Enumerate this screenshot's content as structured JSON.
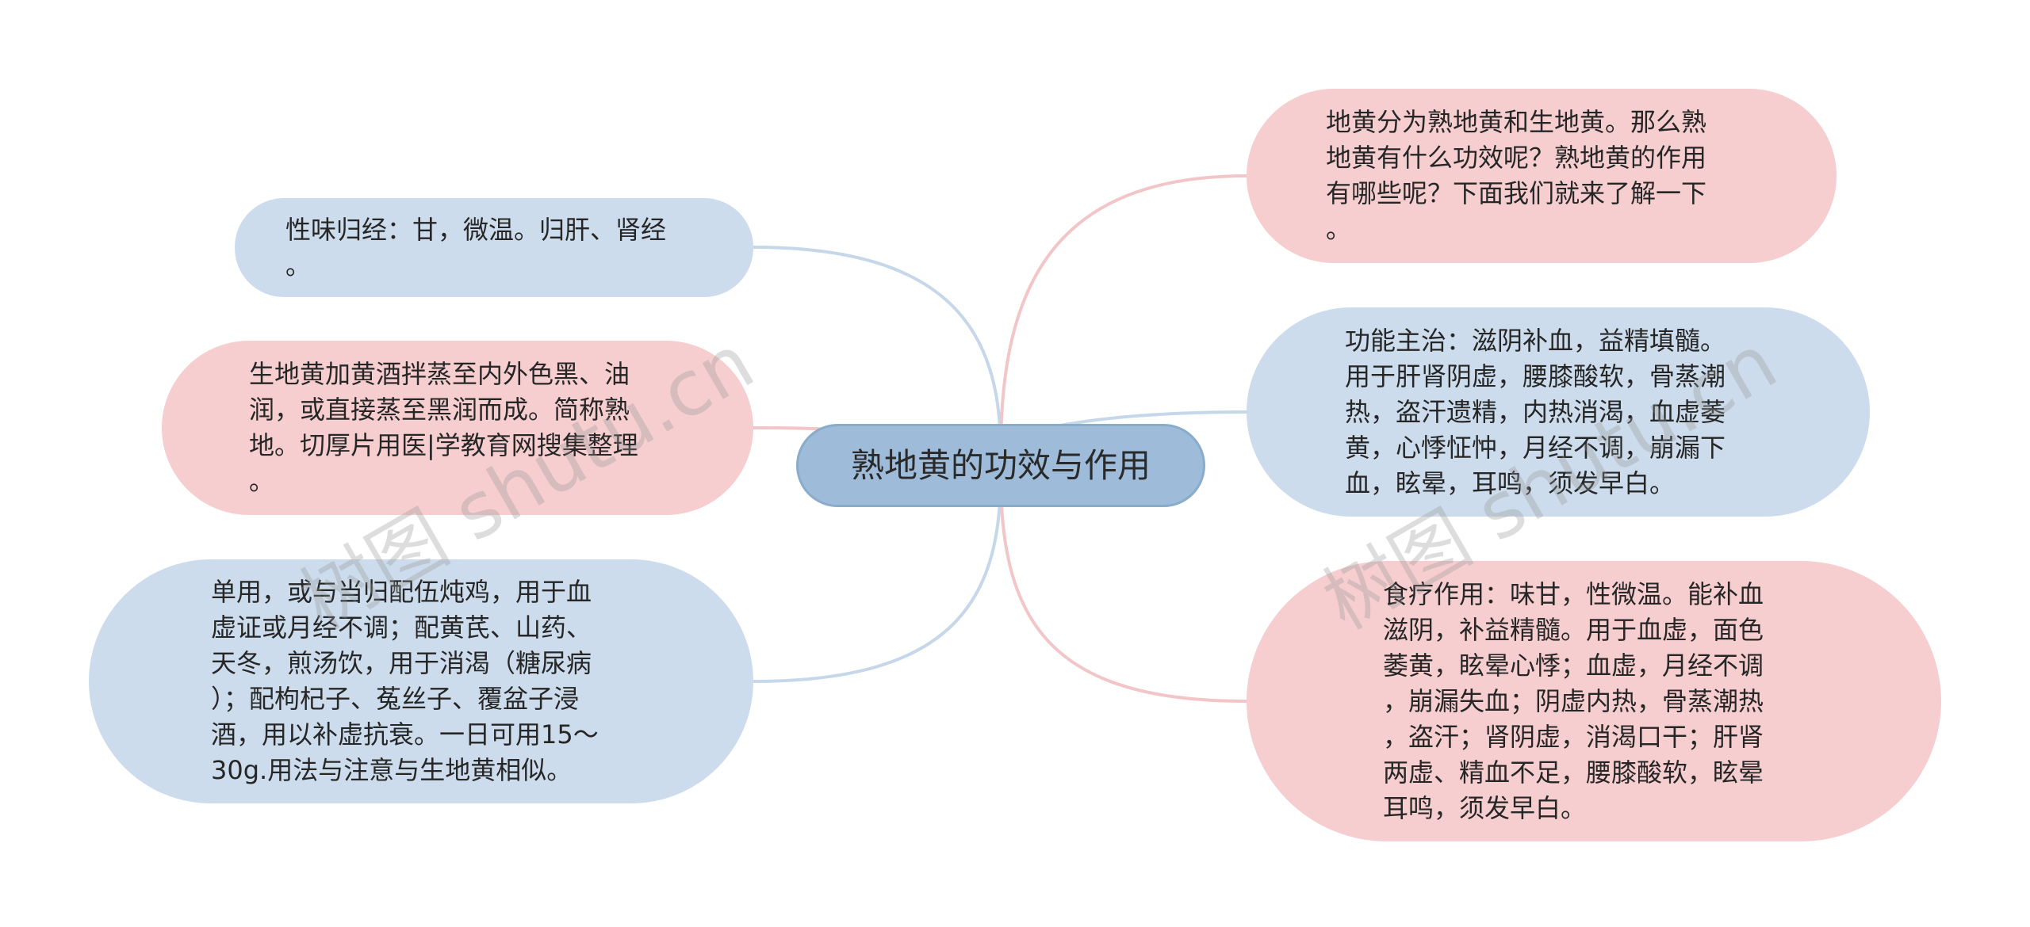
{
  "mindmap": {
    "center": {
      "label": "熟地黄的功效与作用"
    },
    "left_branches": [
      {
        "text": "性味归经：甘，微温。归肝、肾经\n。"
      },
      {
        "text": "生地黄加黄酒拌蒸至内外色黑、油\n润，或直接蒸至黑润而成。简称熟\n地。切厚片用医|学教育网搜集整理\n。"
      },
      {
        "text": "单用，或与当归配伍炖鸡，用于血\n虚证或月经不调；配黄芪、山药、\n天冬，煎汤饮，用于消渴（糖尿病\n）；配枸杞子、菟丝子、覆盆子浸\n酒，用以补虚抗衰。一日可用15～\n30g.用法与注意与生地黄相似。"
      }
    ],
    "right_branches": [
      {
        "text": "地黄分为熟地黄和生地黄。那么熟\n地黄有什么功效呢？熟地黄的作用\n有哪些呢？下面我们就来了解一下\n。"
      },
      {
        "text": "功能主治：滋阴补血，益精填髓。\n用于肝肾阴虚，腰膝酸软，骨蒸潮\n热，盗汗遗精，内热消渴，血虚萎\n黄，心悸怔忡，月经不调，崩漏下\n血，眩晕，耳鸣，须发早白。"
      },
      {
        "text": "食疗作用：味甘，性微温。能补血\n滋阴，补益精髓。用于血虚，面色\n萎黄，眩晕心悸；血虚，月经不调\n，崩漏失血；阴虚内热，骨蒸潮热\n，盗汗；肾阴虚，消渴口干；肝肾\n两虚、精血不足，腰膝酸软，眩晕\n耳鸣，须发早白。"
      }
    ],
    "watermarks": [
      "树图 shutu.cn",
      "树图 shutu.cn"
    ]
  },
  "colors": {
    "center_fill": "#9ebcd9",
    "blue_node": "#ccdcec",
    "pink_node": "#f6ced0",
    "blue_link": "#c6d7e9",
    "pink_link": "#f2c6c8"
  }
}
